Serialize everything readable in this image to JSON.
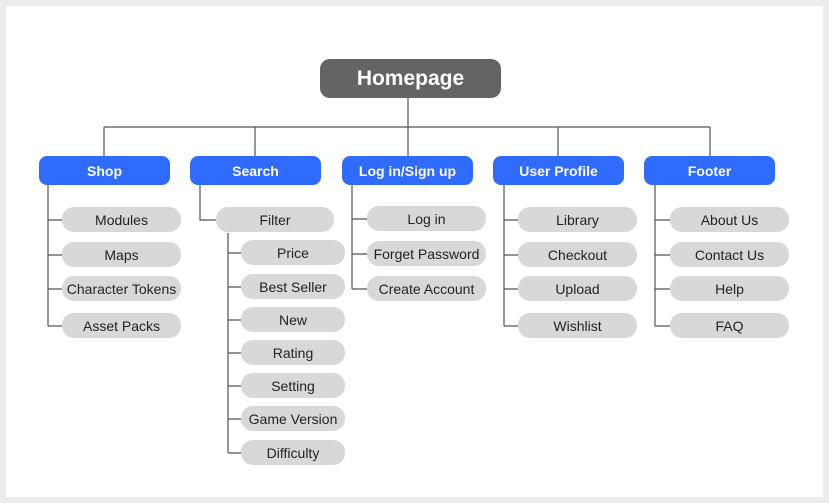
{
  "diagram": {
    "root": "Homepage",
    "categories": [
      {
        "label": "Shop",
        "items": [
          "Modules",
          "Maps",
          "Character Tokens",
          "Asset Packs"
        ]
      },
      {
        "label": "Search",
        "items": [
          "Filter"
        ],
        "subitems": [
          "Price",
          "Best Seller",
          "New",
          "Rating",
          "Setting",
          "Game Version",
          "Difficulty"
        ]
      },
      {
        "label": "Log in/Sign up",
        "items": [
          "Log in",
          "Forget Password",
          "Create Account"
        ]
      },
      {
        "label": "User Profile",
        "items": [
          "Library",
          "Checkout",
          "Upload",
          "Wishlist"
        ]
      },
      {
        "label": "Footer",
        "items": [
          "About Us",
          "Contact Us",
          "Help",
          "FAQ"
        ]
      }
    ]
  },
  "colors": {
    "root_fill": "#646464",
    "category_fill": "#2f6bff",
    "item_fill": "#d8d8d8",
    "connector": "#555555"
  }
}
